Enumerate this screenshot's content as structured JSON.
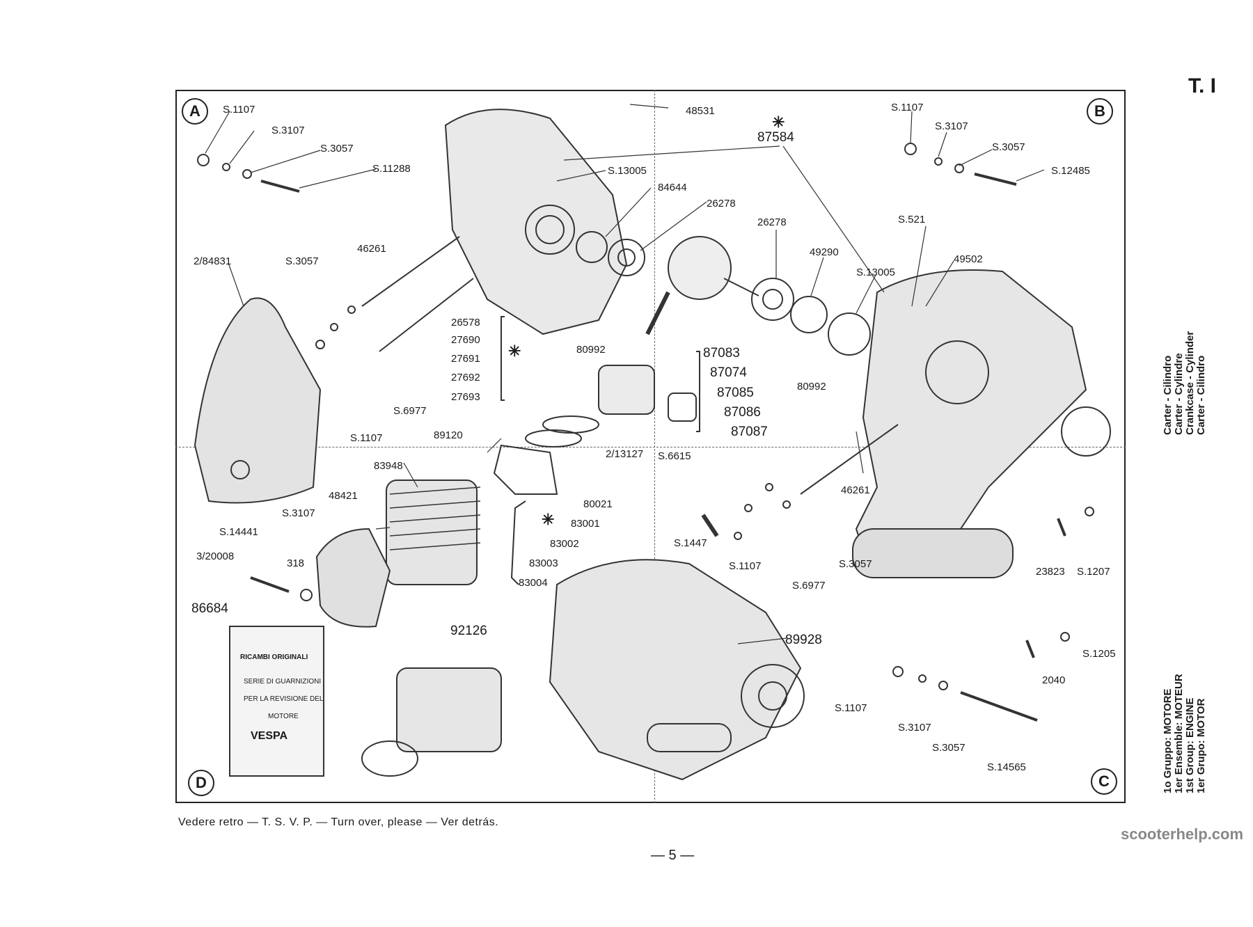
{
  "plate_label": "T. I",
  "quadrants": [
    "A",
    "B",
    "C",
    "D"
  ],
  "parts": {
    "a_s1107": "S.1107",
    "a_s3107": "S.3107",
    "a_s3057": "S.3057",
    "a_s11288": "S.11288",
    "p48531": "48531",
    "s13005_top": "S.13005",
    "p84644": "84644",
    "p26278_a": "26278",
    "p87584": "87584",
    "b_s1107": "S.1107",
    "b_s3107": "S.3107",
    "b_s3057": "S.3057",
    "b_s12485": "S.12485",
    "p2_84831": "2/84831",
    "s3057_mid": "S.3057",
    "p46261_a": "46261",
    "p26578": "26578",
    "p27690": "27690",
    "p27691": "27691",
    "p27692": "27692",
    "p27693": "27693",
    "p80992_a": "80992",
    "p26278_b": "26278",
    "p49290": "49290",
    "s13005_mid": "S.13005",
    "s521": "S.521",
    "p49502": "49502",
    "p87083": "87083",
    "p87074": "87074",
    "p87085": "87085",
    "p87086": "87086",
    "p87087": "87087",
    "s6977_a": "S.6977",
    "s1107_mid": "S.1107",
    "p80992_b": "80992",
    "p89120": "89120",
    "p2_13127": "2/13127",
    "s6615": "S.6615",
    "p46261_b": "46261",
    "p83948": "83948",
    "p48421": "48421",
    "s3107_d": "S.3107",
    "s14441": "S.14441",
    "p80021": "80021",
    "p83001": "83001",
    "p83002": "83002",
    "p83003": "83003",
    "p83004": "83004",
    "s1447": "S.1447",
    "s1107_c": "S.1107",
    "s6977_c": "S.6977",
    "s3057_c": "S.3057",
    "p23823": "23823",
    "s1207": "S.1207",
    "p3_20008": "3/20008",
    "p318": "318",
    "p86684": "86684",
    "p92126": "92126",
    "p89928": "89928",
    "s1205": "S.1205",
    "p2040": "2040",
    "c_s1107": "S.1107",
    "c_s3107": "S.3107",
    "c_s3057": "S.3057",
    "s14565": "S.14565"
  },
  "gasket_kit": {
    "header": "RICAMBI ORIGINALI",
    "line1": "SERIE DI GUARNIZIONI",
    "line2": "PER LA REVISIONE DEL",
    "line3": "MOTORE",
    "brand": "VESPA"
  },
  "side_title": {
    "line1": "Carter - Cilindro",
    "line2": "Carter - Cylindre",
    "line3": "Crankcase - Cylinder",
    "line4": "Carter - Cilindro"
  },
  "group_title": {
    "line1": "1o Gruppo: MOTORE",
    "line2": "1er Ensemble: MOTEUR",
    "line3": "1st Group: ENGINE",
    "line4": "1er Grupo: MOTOR"
  },
  "footer_note": "Vedere retro — T. S. V. P. — Turn over, please — Ver detrás.",
  "page_number": "— 5 —",
  "watermark": "scooterhelp.com"
}
